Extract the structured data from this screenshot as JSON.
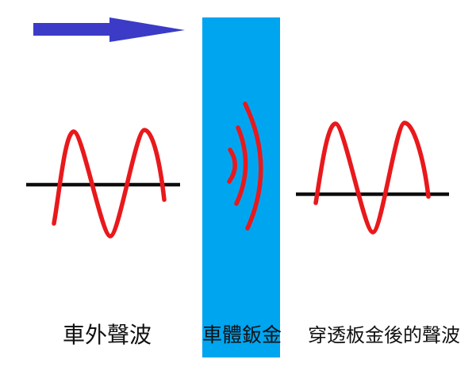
{
  "labels": {
    "outside_wave": "車外聲波",
    "panel": "車體鈑金",
    "transmitted_wave": "穿透板金後的聲波"
  },
  "colors": {
    "arrow_blue": "#3B3BC7",
    "panel_cyan": "#00A5F0",
    "wave_red": "#E8191C",
    "axis_black": "#0D0D0D",
    "label_black": "#111111",
    "background": "#FFFFFF"
  },
  "icons": {
    "direction_arrow": "right-arrow",
    "vibration_arcs": "sound-wave-arcs"
  },
  "diagram": {
    "vibration_arc_count": 3,
    "wave_cycles_per_side": 2
  }
}
